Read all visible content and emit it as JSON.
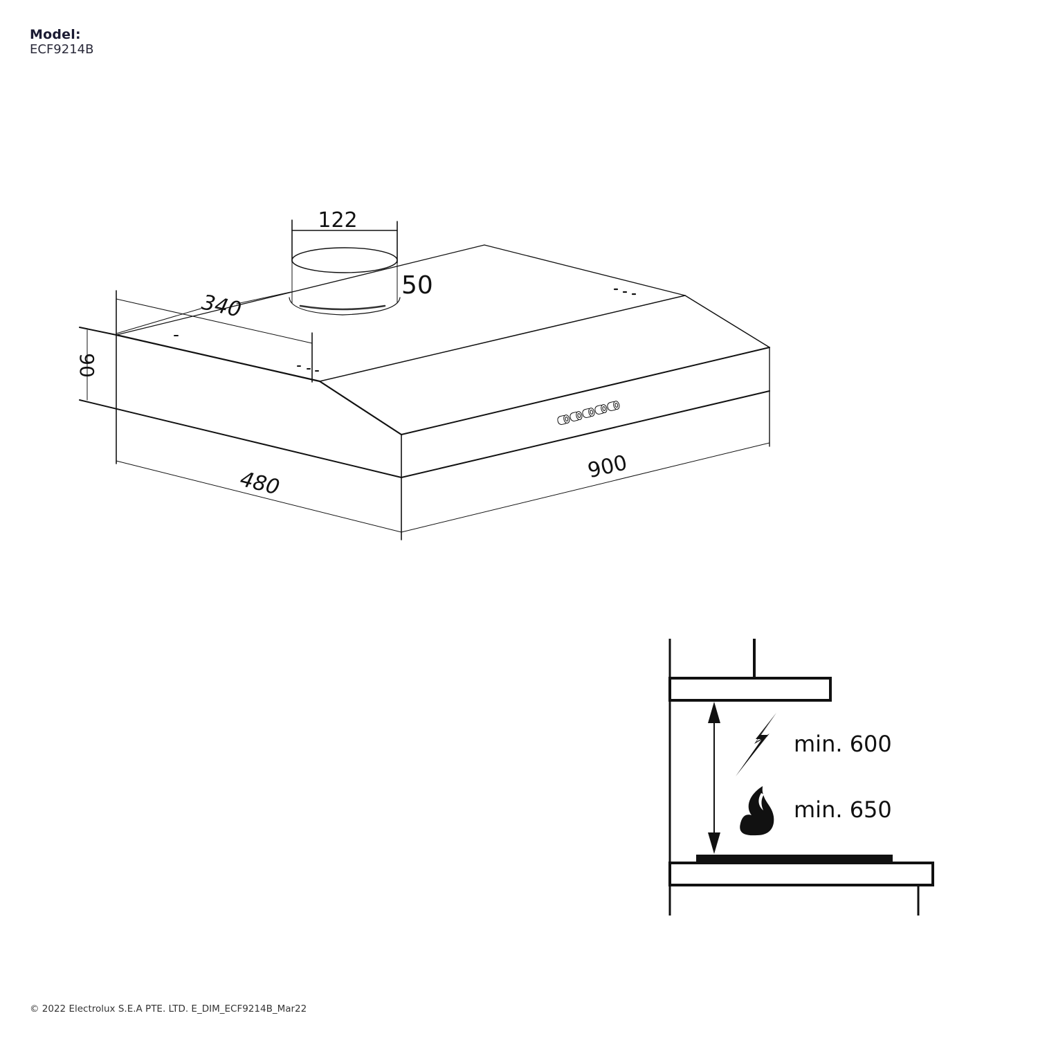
{
  "header": {
    "model_label": "Model:",
    "model_value": "ECF9214B"
  },
  "hood_drawing": {
    "dimensions": {
      "duct_diameter": "122",
      "duct_height": "50",
      "depth_to_duct": "340",
      "height": "90",
      "depth": "480",
      "width": "900"
    },
    "control_knobs_count": 5
  },
  "clearance_diagram": {
    "electric_icon": "lightning-bolt-icon",
    "gas_icon": "flame-icon",
    "electric_min_label": "min. 600",
    "gas_min_label": "min. 650"
  },
  "footer": {
    "copyright": "© 2022 Electrolux S.E.A PTE. LTD. E_DIM_ECF9214B_Mar22"
  },
  "colors": {
    "line": "#111111",
    "text_dark": "#1b1b33"
  }
}
